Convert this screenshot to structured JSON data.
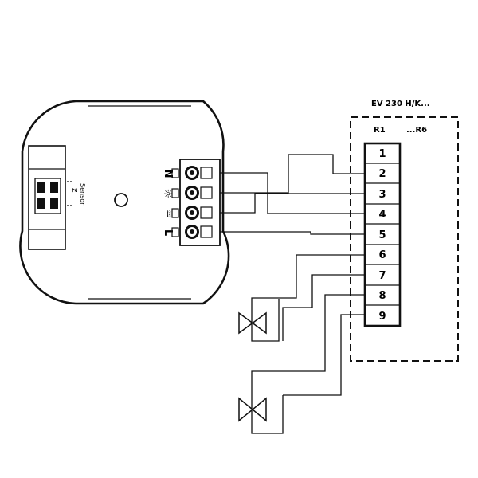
{
  "title": "EV 230 H/K...",
  "channel_first": "R1",
  "channel_last": "...R6",
  "sensor_label": "Sensor",
  "sensor_glyph": "Ƶ",
  "terminal_labels": [
    "N",
    "☼",
    "♒",
    "L"
  ],
  "terminals": [
    "1",
    "2",
    "3",
    "4",
    "5",
    "6",
    "7",
    "8",
    "9"
  ],
  "colors": {
    "line": "#111111",
    "background": "#ffffff"
  }
}
